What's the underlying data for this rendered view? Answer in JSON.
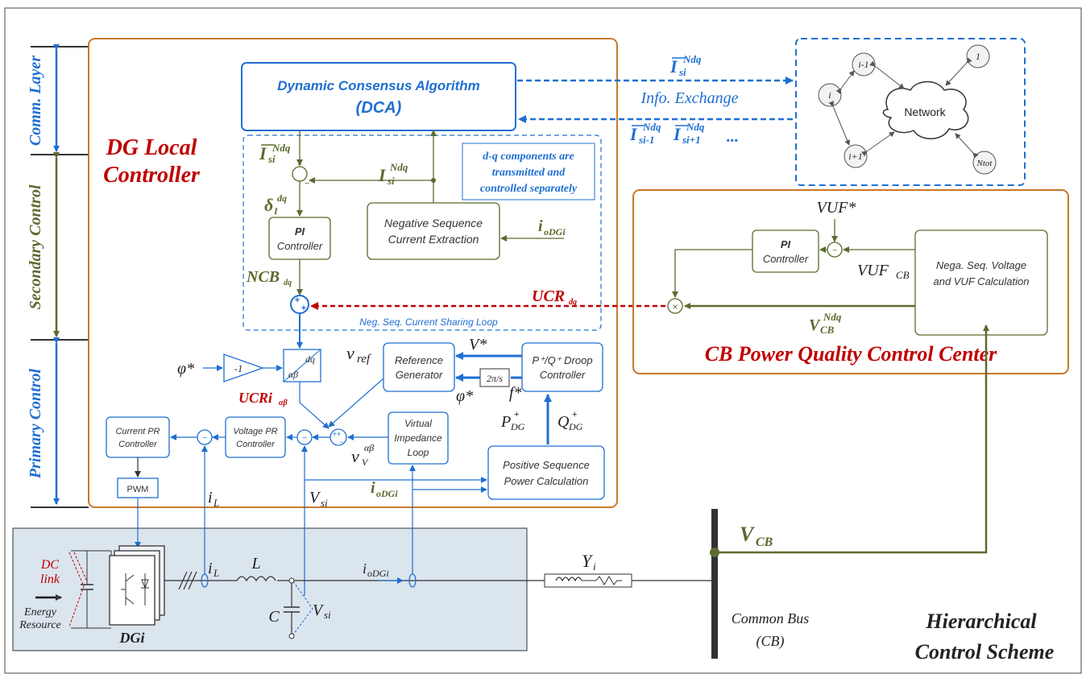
{
  "colors": {
    "blue": "#1f6fd1",
    "olive": "#5a6b2e",
    "dark_red": "#c00000",
    "orange": "#c8782a",
    "bottom_panel": "#dbe5ee",
    "black": "#222222"
  },
  "layers": {
    "comm": "Comm. Layer",
    "secondary": "Secondary Control",
    "primary": "Primary Control"
  },
  "dg_local_controller": {
    "line1": "DG Local",
    "line2": "Controller"
  },
  "dca": {
    "line1": "Dynamic Consensus Algorithm",
    "line2": "(DCA)"
  },
  "info_exchange": "Info. Exchange",
  "network": {
    "center": "Network",
    "nodes": [
      "i-1",
      "1",
      "i",
      "i+1",
      "Ntot"
    ]
  },
  "signals": {
    "i_si_ndq_bar": "I",
    "ellipsis": "...",
    "delta": "δ",
    "ucr_dq": "UCR",
    "ncb_dq": "NCB",
    "i_odgi": "i",
    "vuf_star": "VUF*",
    "vuf_cb": "VUF",
    "v_cb_ndq": "V",
    "phi_star": "φ*",
    "v_ref": "v",
    "v_star": "V*",
    "f_star": "f*",
    "p_dg": "P",
    "q_dg": "Q",
    "v_v": "v",
    "ucri": "UCRi",
    "i_l": "i",
    "v_si": "V",
    "minus_one": "-1",
    "two_pi_s": "2π/s",
    "dq": "dq",
    "alphabeta": "αβ"
  },
  "dq_note": {
    "line1": "d-q components are",
    "line2": "transmitted and",
    "line3": "controlled separately"
  },
  "neg_seq_loop": "Neg. Seq. Current Sharing Loop",
  "blocks": {
    "pi_controller": {
      "line1": "PI",
      "line2": "Controller"
    },
    "neg_seq_extraction": {
      "line1": "Negative Sequence",
      "line2": "Current Extraction"
    },
    "pi_cb": {
      "line1": "PI",
      "line2": "Controller"
    },
    "nega_seq_voltage": {
      "line1": "Nega. Seq. Voltage",
      "line2": "and VUF Calculation"
    },
    "reference_generator": {
      "line1": "Reference",
      "line2": "Generator"
    },
    "droop": {
      "line1": "P⁺/Q⁺ Droop",
      "line2": "Controller"
    },
    "virtual_impedance": {
      "line1": "Virtual",
      "line2": "Impedance",
      "line3": "Loop"
    },
    "positive_seq": {
      "line1": "Positive Sequence",
      "line2": "Power Calculation"
    },
    "current_pr": {
      "line1": "Current PR",
      "line2": "Controller"
    },
    "voltage_pr": {
      "line1": "Voltage PR",
      "line2": "Controller"
    },
    "pwm": "PWM"
  },
  "cb_center": "CB Power Quality Control Center",
  "v_cb_label": "V",
  "circuit": {
    "dc_link_1": "DC",
    "dc_link_2": "link",
    "energy_1": "Energy",
    "energy_2": "Resource",
    "dgi": "DGi",
    "inductor": "L",
    "capacitor": "C",
    "y_i": "Y",
    "common_bus_1": "Common Bus",
    "common_bus_2": "(CB)"
  },
  "hierarchical": {
    "line1": "Hierarchical",
    "line2": "Control Scheme"
  }
}
